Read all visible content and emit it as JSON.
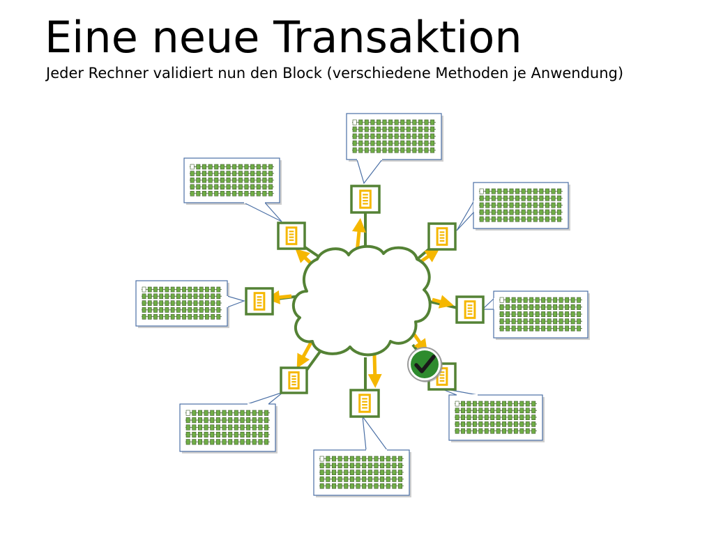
{
  "title": "Eine neue Transaktion",
  "subtitle": "Jeder Rechner validiert nun den Block (verschiedene Methoden je Anwendung)",
  "colors": {
    "arrow": "#f5b700",
    "node_border": "#548235",
    "node_fill": "#ffffff",
    "node_inner": "#f5b700",
    "cloud_stroke": "#548235",
    "block_fill": "#70ad47",
    "block_border": "#385723",
    "callout_border": "#4a6fa5",
    "check_fill": "#2e8b2e"
  },
  "diagram": {
    "central_shape": "cloud",
    "nodes": [
      {
        "id": "top",
        "validated": false
      },
      {
        "id": "upper-left",
        "validated": false
      },
      {
        "id": "upper-right",
        "validated": false
      },
      {
        "id": "left",
        "validated": false
      },
      {
        "id": "right",
        "validated": false
      },
      {
        "id": "lower-left",
        "validated": false
      },
      {
        "id": "bottom",
        "validated": false
      },
      {
        "id": "lower-right",
        "validated": true
      }
    ],
    "validation_icon": "checkmark-icon"
  }
}
